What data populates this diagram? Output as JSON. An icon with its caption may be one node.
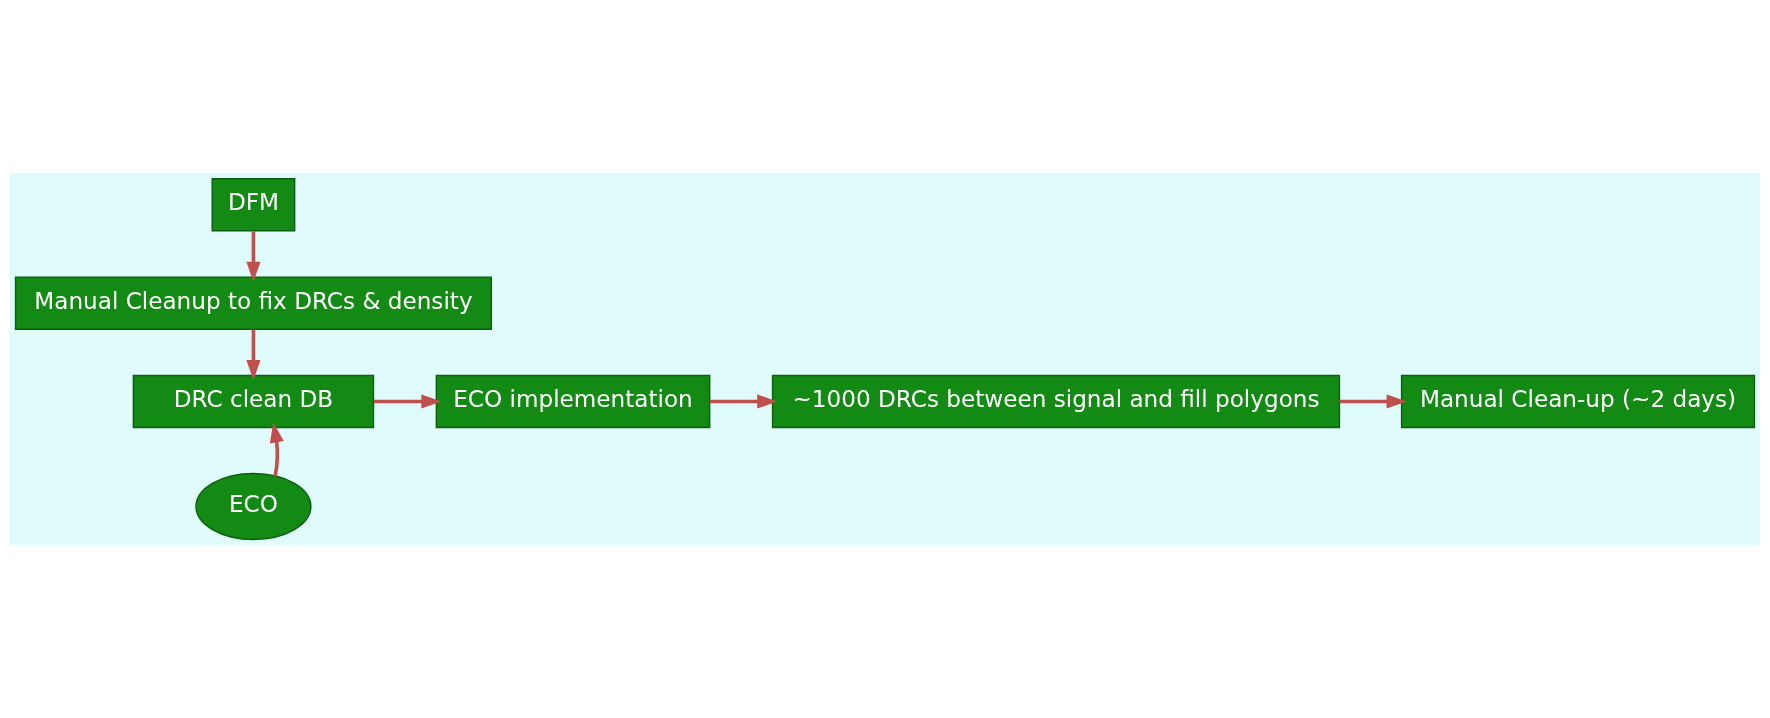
{
  "diagram": {
    "nodes": [
      {
        "text": [
          "DFM"
        ]
      },
      {
        "text": [
          "Manual Cleanup to fix DRCs & density"
        ]
      },
      {
        "text": [
          "DRC clean DB"
        ]
      },
      {
        "text": [
          "ECO"
        ]
      },
      {
        "text": [
          "ECO implementation"
        ]
      },
      {
        "text": [
          "~1000 DRCs between signal and fill polygons"
        ]
      },
      {
        "text": [
          "Manual Clean-up (~2 days)"
        ]
      }
    ],
    "edges": [
      {
        "from": 0,
        "to": 1,
        "arrow": "to"
      },
      {
        "from": 1,
        "to": 2,
        "arrow": "to"
      },
      {
        "from": 3,
        "to": 2,
        "arrow": "to"
      },
      {
        "from": 2,
        "to": 4,
        "arrow": "to"
      },
      {
        "from": 4,
        "to": 5,
        "arrow": "to"
      },
      {
        "from": 5,
        "to": 6,
        "arrow": "to"
      }
    ]
  }
}
